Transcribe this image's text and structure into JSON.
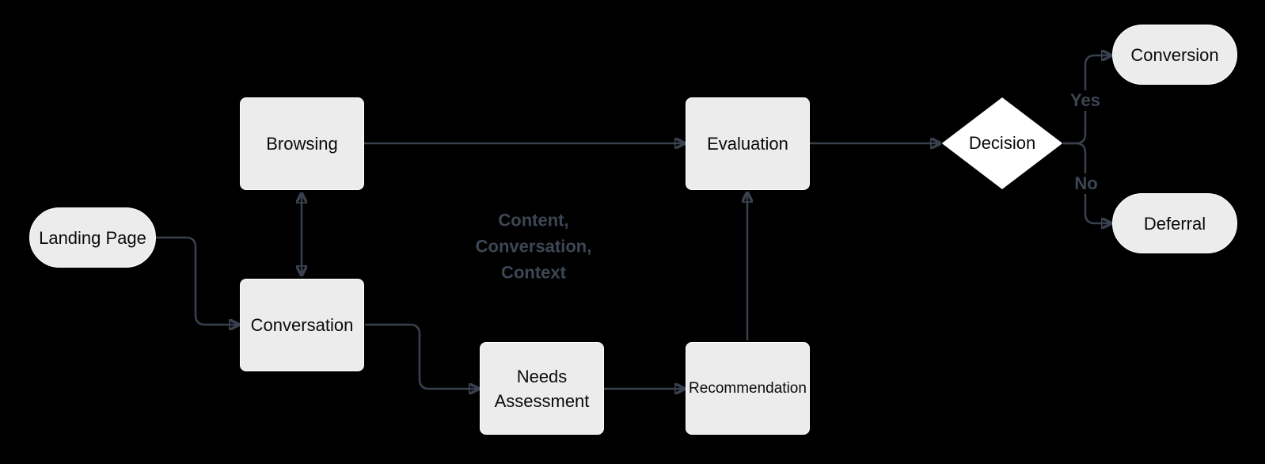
{
  "diagram": {
    "type": "flowchart",
    "direction": "left-to-right",
    "background": "#000000",
    "colors": {
      "node_fill": "#ececec",
      "node_border": "#ffffff",
      "node_text": "#0a0a0a",
      "decision_fill": "#ffffff",
      "edge_line": "#39414e",
      "edge_label_text": "#3d4754"
    },
    "nodes": {
      "landing_page": "Landing Page",
      "browsing": "Browsing",
      "conversation": "Conversation",
      "needs_assessment": "Needs Assessment",
      "recommendation": "Recommendation",
      "evaluation": "Evaluation",
      "decision": "Decision",
      "conversion": "Conversion",
      "deferral": "Deferral"
    },
    "edge_labels": {
      "yes": "Yes",
      "no": "No",
      "context_note_lines": [
        "Content,",
        "Conversation,",
        "Context"
      ]
    },
    "connections": [
      "Landing Page -> Conversation",
      "Browsing <-> Conversation",
      "Browsing -> Evaluation",
      "Conversation -> Needs Assessment",
      "Needs Assessment -> Recommendation",
      "Recommendation -> Evaluation",
      "Evaluation -> Decision",
      "Decision -> Conversion (Yes)",
      "Decision -> Deferral (No)"
    ]
  }
}
